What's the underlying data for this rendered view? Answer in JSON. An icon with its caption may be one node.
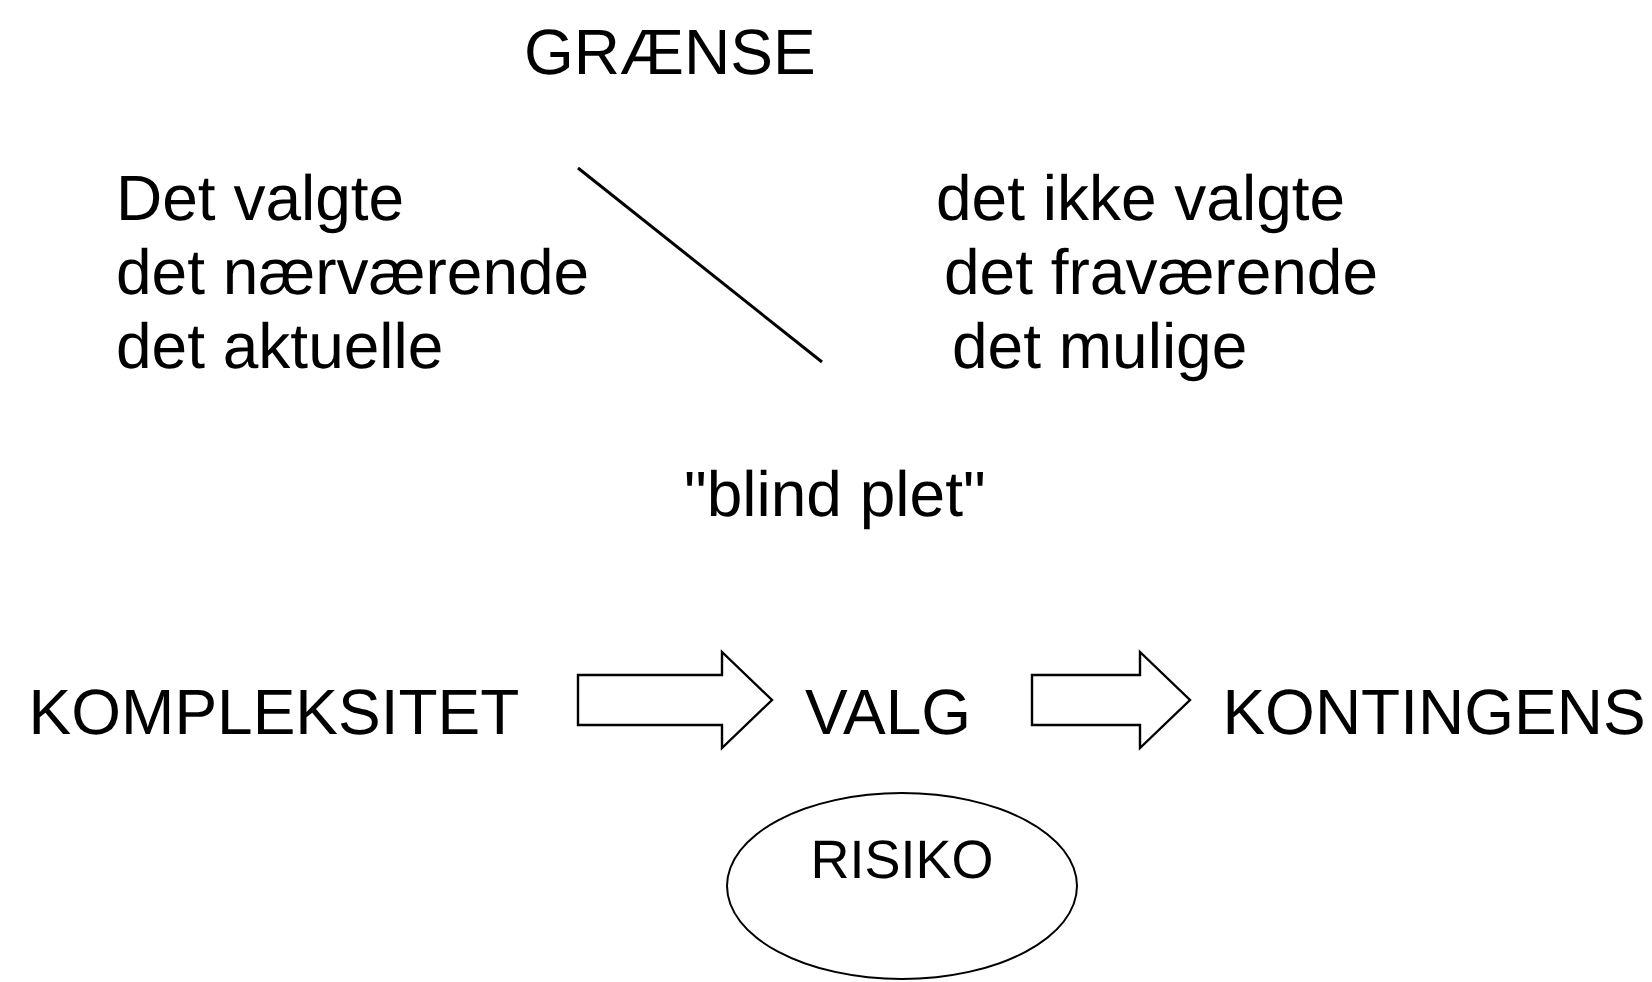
{
  "diagram": {
    "title": "GRÆNSE",
    "nodes": [
      {
        "text": [
          "KOMPLEKSITET"
        ]
      },
      {
        "text": [
          "VALG"
        ]
      },
      {
        "text": [
          "KONTINGENS"
        ]
      },
      {
        "text": [
          "RISIKO"
        ]
      }
    ],
    "edges": [
      {
        "from": 0,
        "to": 1,
        "arrow": "to"
      },
      {
        "from": 1,
        "to": 2,
        "arrow": "to"
      }
    ],
    "labels": [
      "Det valgte",
      "det ikke valgte",
      "det nærværende",
      "det fraværende",
      "det aktuelle",
      "det mulige",
      "\"blind plet\""
    ]
  }
}
